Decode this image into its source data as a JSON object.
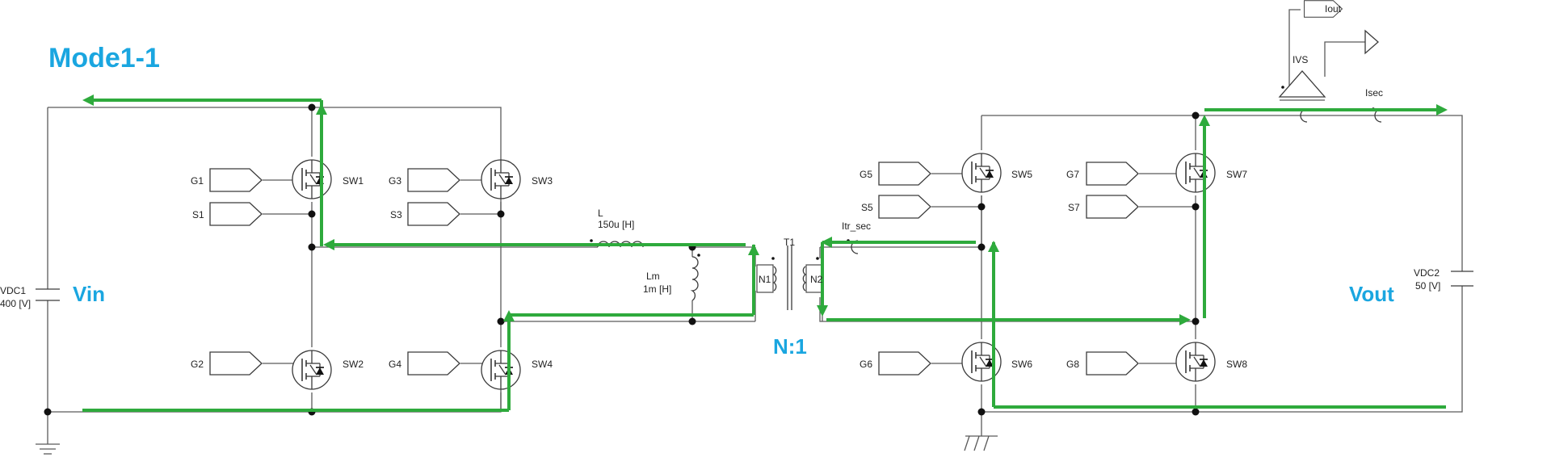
{
  "title": "Mode1-1",
  "labels": {
    "vin": "Vin",
    "vout": "Vout",
    "ratio": "N:1"
  },
  "sources": {
    "vdc1_name": "VDC1",
    "vdc1_value": "400 [V]",
    "vdc2_name": "VDC2",
    "vdc2_value": "50 [V]"
  },
  "gates": {
    "g1": "G1",
    "s1": "S1",
    "g2": "G2",
    "g3": "G3",
    "s3": "S3",
    "g4": "G4",
    "g5": "G5",
    "s5": "S5",
    "g6": "G6",
    "g7": "G7",
    "s7": "S7",
    "g8": "G8"
  },
  "switches": {
    "sw1": "SW1",
    "sw2": "SW2",
    "sw3": "SW3",
    "sw4": "SW4",
    "sw5": "SW5",
    "sw6": "SW6",
    "sw7": "SW7",
    "sw8": "SW8"
  },
  "inductor_l": {
    "name": "L",
    "value": "150u [H]"
  },
  "inductor_lm": {
    "name": "Lm",
    "value": "1m [H]"
  },
  "transformer": {
    "name": "T1",
    "n1": "N1",
    "n2": "N2"
  },
  "probes": {
    "itr_sec": "Itr_sec",
    "isec": "Isec",
    "ivs": "IVS",
    "iout": "Iout"
  },
  "colors": {
    "flow": "#2eaa3c",
    "title": "#1aa6e0",
    "wire": "#5a5a5a"
  }
}
